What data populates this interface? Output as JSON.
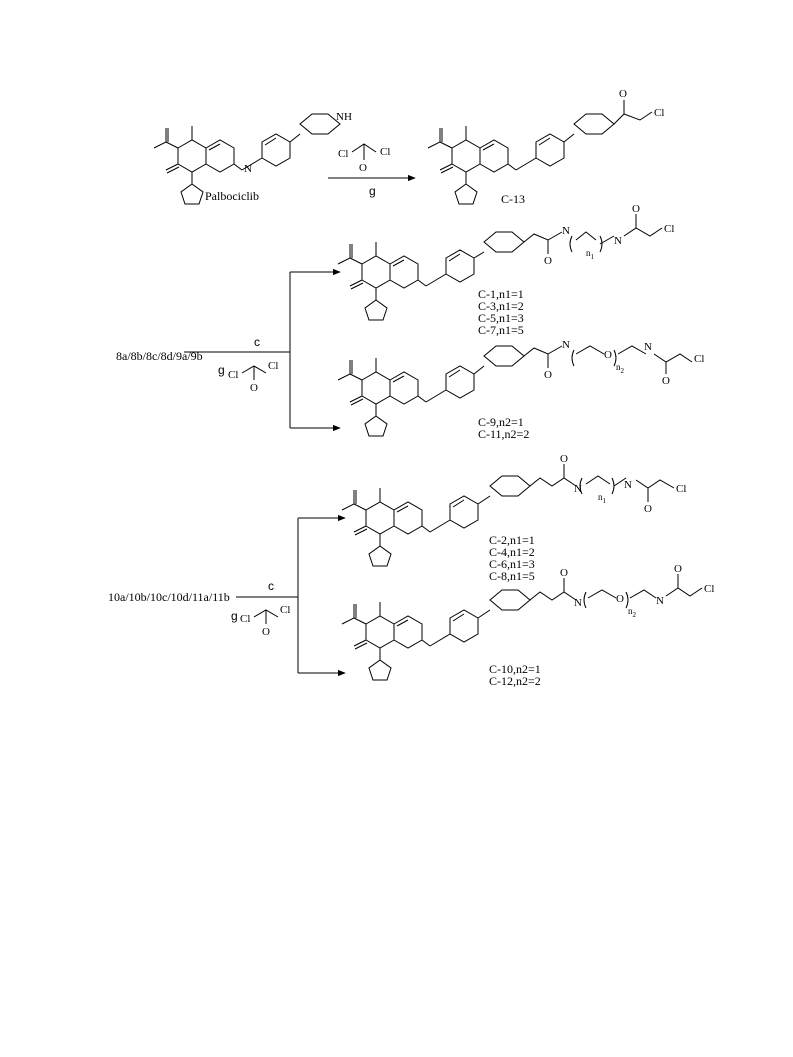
{
  "reaction1": {
    "reagent": "g",
    "start_label": "Palbociclib",
    "product_label": "C-13"
  },
  "reaction2": {
    "starting": "8a/8b/8c/8d/9a/9b",
    "reagent_top": "c",
    "reagent_bottom": "g",
    "product_a_labels": [
      "C-1,n1=1",
      "C-3,n1=2",
      "C-5,n1=3",
      "C-7,n1=5"
    ],
    "product_b_labels": [
      "C-9,n2=1",
      "C-11,n2=2"
    ]
  },
  "reaction3": {
    "starting": "10a/10b/10c/10d/11a/11b",
    "reagent_top": "c",
    "reagent_bottom": "g",
    "product_a_labels": [
      "C-2,n1=1",
      "C-4,n1=2",
      "C-6,n1=3",
      "C-8,n1=5"
    ],
    "product_b_labels": [
      "C-10,n2=1",
      "C-12,n2=2"
    ]
  },
  "atoms": {
    "N": "N",
    "NH": "NH",
    "H": "H",
    "O": "O",
    "Cl": "Cl",
    "n1": "n",
    "n1_sub": "1",
    "n2": "n",
    "n2_sub": "2"
  }
}
